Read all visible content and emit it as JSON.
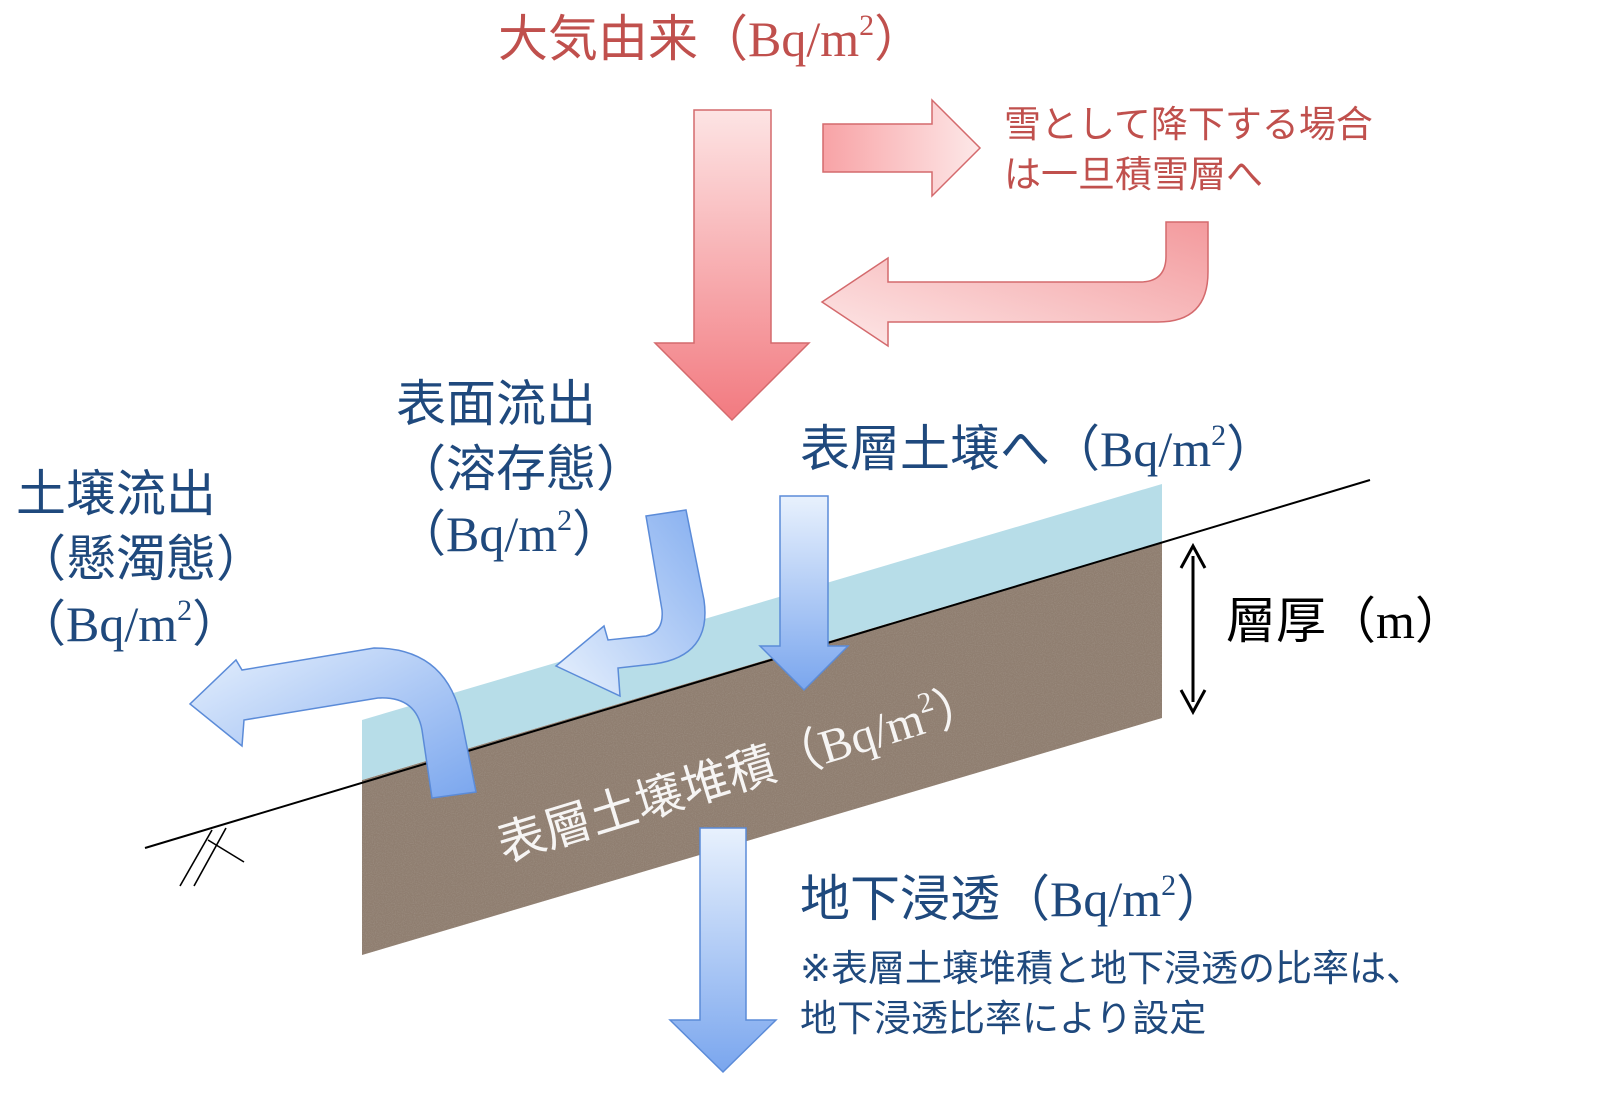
{
  "atmospheric": {
    "title": "大気由来",
    "unit_open": "（Bq/m",
    "unit_sup": "2",
    "unit_close": "）"
  },
  "snow_note": {
    "line1": "雪として降下する場合",
    "line2": "は一旦積雪層へ"
  },
  "surface_runoff": {
    "line1": "表面流出",
    "line2": "（溶存態）",
    "unit_open": "（Bq/m",
    "unit_sup": "2",
    "unit_close": "）"
  },
  "soil_runoff": {
    "line1": "土壌流出",
    "line2": "（懸濁態）",
    "unit_open": "（Bq/m",
    "unit_sup": "2",
    "unit_close": "）"
  },
  "to_surface_soil": {
    "title": "表層土壌へ",
    "unit_open": "（Bq/m",
    "unit_sup": "2",
    "unit_close": "）"
  },
  "layer_thickness": {
    "title": "層厚",
    "unit": "（m）"
  },
  "surface_deposit": {
    "title": "表層土壌堆積",
    "unit_open": "（Bq/m",
    "unit_sup": "2",
    "unit_close": "）"
  },
  "infiltration": {
    "title": "地下浸透",
    "unit_open": "（Bq/m",
    "unit_sup": "2",
    "unit_close": "）",
    "note_line1": "※表層土壌堆積と地下浸透の比率は、",
    "note_line2": "地下浸透比率により設定"
  },
  "colors": {
    "red_text": "#c0504d",
    "blue_text": "#1f497d",
    "water_layer": "#b7dde8",
    "soil": "#8f7e70"
  }
}
